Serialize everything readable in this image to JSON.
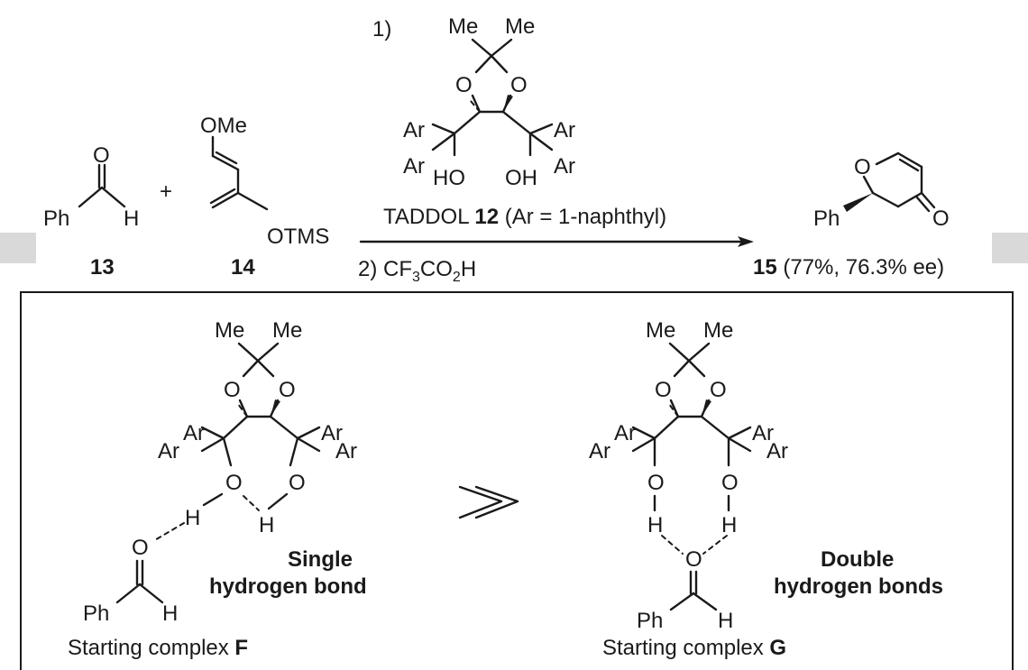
{
  "atoms": {
    "O": "O",
    "H": "H",
    "Ph": "Ph",
    "Me": "Me",
    "Ar": "Ar",
    "OMe": "OMe",
    "OTMS": "OTMS",
    "HO": "HO",
    "OH": "OH"
  },
  "compounds": {
    "aldehyde_num": "13",
    "diene_num": "14",
    "product_num": "15"
  },
  "reaction": {
    "plus": "+",
    "step1_marker": "1)",
    "step2_marker": "2) CF",
    "step2_sub1": "3",
    "step2_mid": "CO",
    "step2_sub2": "2",
    "step2_end": "H",
    "catalyst_prefix": "TADDOL ",
    "catalyst_num": "12",
    "catalyst_suffix": " (Ar = 1-naphthyl)",
    "product_yield": " (77%, 76.3% ee)"
  },
  "box": {
    "left_title_1": "Single",
    "left_title_2": "hydrogen bond",
    "right_title_1": "Double",
    "right_title_2": "hydrogen bonds",
    "comparison": "≫",
    "left_caption": "Starting complex ",
    "left_caption_letter": "F",
    "right_caption": "Starting complex ",
    "right_caption_letter": "G"
  }
}
